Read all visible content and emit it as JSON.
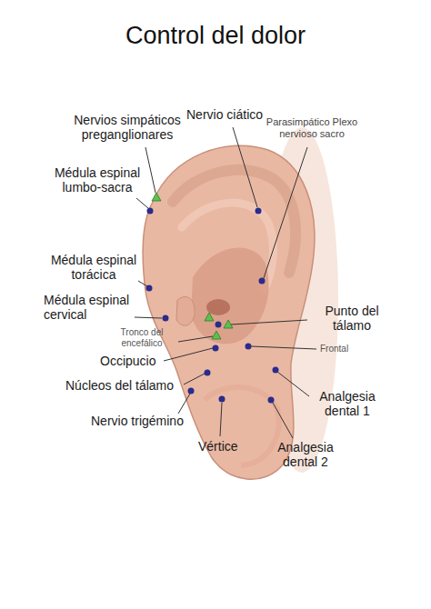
{
  "diagram": {
    "title": "Control del dolor",
    "labels": [
      "Nervios simpáticos preganglionares",
      "Nervio ciático",
      "Parasimpático Plexo nervioso sacro",
      "Médula espinal lumbo-sacra",
      "Médula espinal torácica",
      "Médula espinal cervical",
      "Tronco del encefálico",
      "Occipucio",
      "Núcleos del tálamo",
      "Nervio trigémino",
      "Vértice",
      "Punto del tálamo",
      "Frontal",
      "Analgesia dental 1",
      "Analgesia dental 2"
    ]
  }
}
